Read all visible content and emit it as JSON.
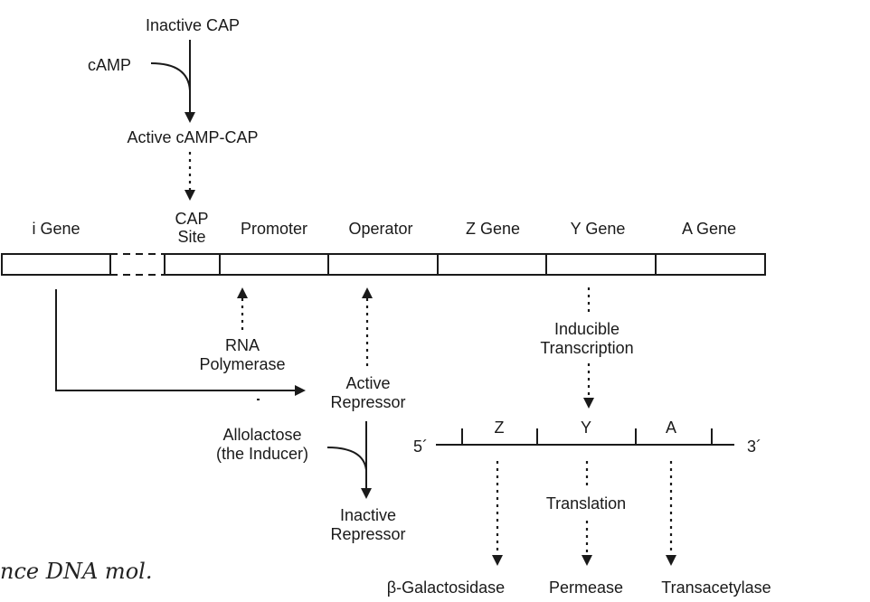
{
  "cap_pathway": {
    "inactive_cap": "Inactive CAP",
    "camp": "cAMP",
    "active_camp_cap": "Active cAMP-CAP"
  },
  "dna_regions": {
    "i_gene": "i Gene",
    "cap_site_line1": "CAP",
    "cap_site_line2": "Site",
    "promoter": "Promoter",
    "operator": "Operator",
    "z_gene": "Z Gene",
    "y_gene": "Y Gene",
    "a_gene": "A Gene"
  },
  "rna_polymerase": {
    "line1": "RNA",
    "line2": "Polymerase"
  },
  "active_repressor": {
    "line1": "Active",
    "line2": "Repressor"
  },
  "inducer": {
    "line1": "Allolactose",
    "line2": "(the Inducer)"
  },
  "inactive_repressor": {
    "line1": "Inactive",
    "line2": "Repressor"
  },
  "transcription": {
    "line1": "Inducible",
    "line2": "Transcription"
  },
  "mrna": {
    "five_prime": "5´",
    "three_prime": "3´",
    "genes": [
      "Z",
      "Y",
      "A"
    ]
  },
  "translation": "Translation",
  "products": [
    "β-Galactosidase",
    "Permease",
    "Transacetylase"
  ],
  "handwriting": "nce DNA mol."
}
